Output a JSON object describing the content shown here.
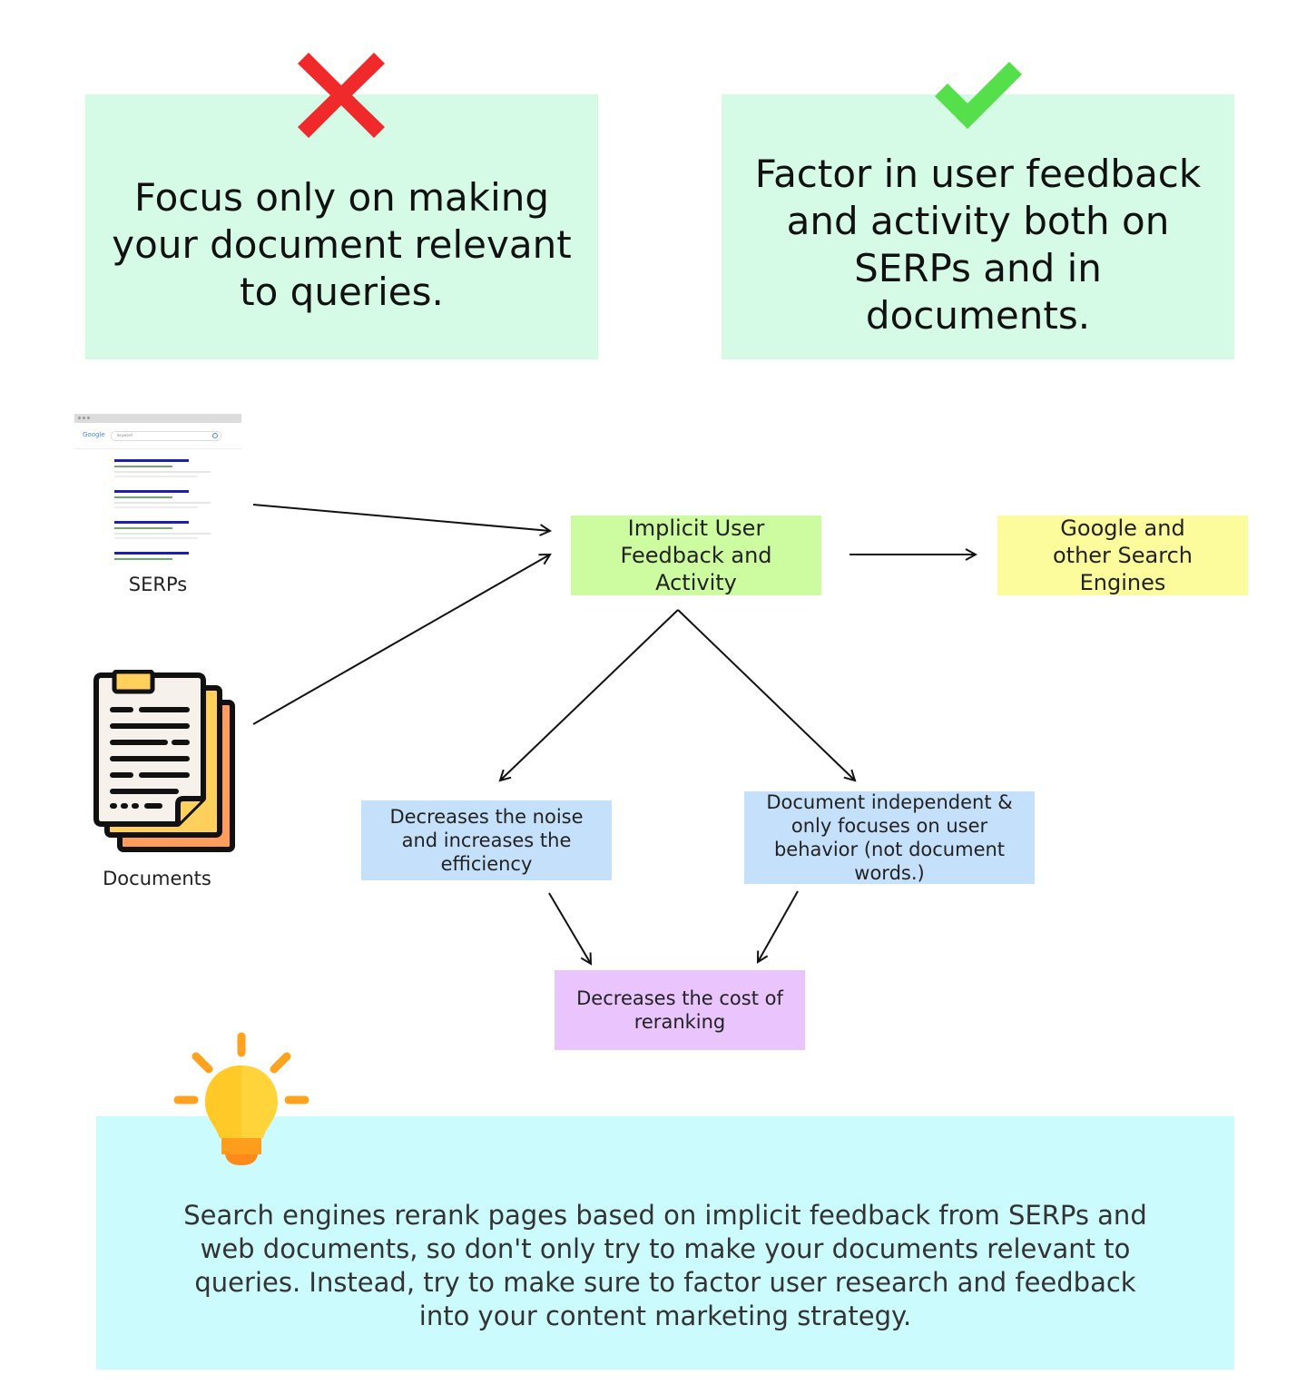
{
  "left_card": {
    "text": "Focus only on making your document relevant to queries.",
    "icon": "red-x-icon",
    "icon_color": "#f02a2a"
  },
  "right_card": {
    "text": "Factor in user feedback and activity both on SERPs and in documents.",
    "icon": "green-check-icon",
    "icon_color": "#55e04b"
  },
  "sources": {
    "serps_label": "SERPs",
    "serps_logo": "Google",
    "serps_query": "keyword",
    "documents_label": "Documents"
  },
  "nodes": {
    "feedback": "Implicit User Feedback and Activity",
    "engines": "Google and other Search Engines",
    "noise": "Decreases the noise and increases the efficiency",
    "independent": "Document independent & only focuses on user behavior (not document words.)",
    "cost": "Decreases the cost of reranking"
  },
  "bottom": {
    "text": "Search engines rerank pages based on implicit feedback from SERPs and web documents, so don't only try to make your documents relevant to queries. Instead, try to make sure to factor user research and feedback into your content marketing strategy.",
    "icon": "lightbulb-icon"
  },
  "colors": {
    "card_bg": "#d5fbe6",
    "feedback_bg": "#ccfc9f",
    "engines_bg": "#fcfc9c",
    "blue_bg": "#c5e0fa",
    "purple_bg": "#eac4fd",
    "bottom_bg": "#cbfbfd"
  }
}
